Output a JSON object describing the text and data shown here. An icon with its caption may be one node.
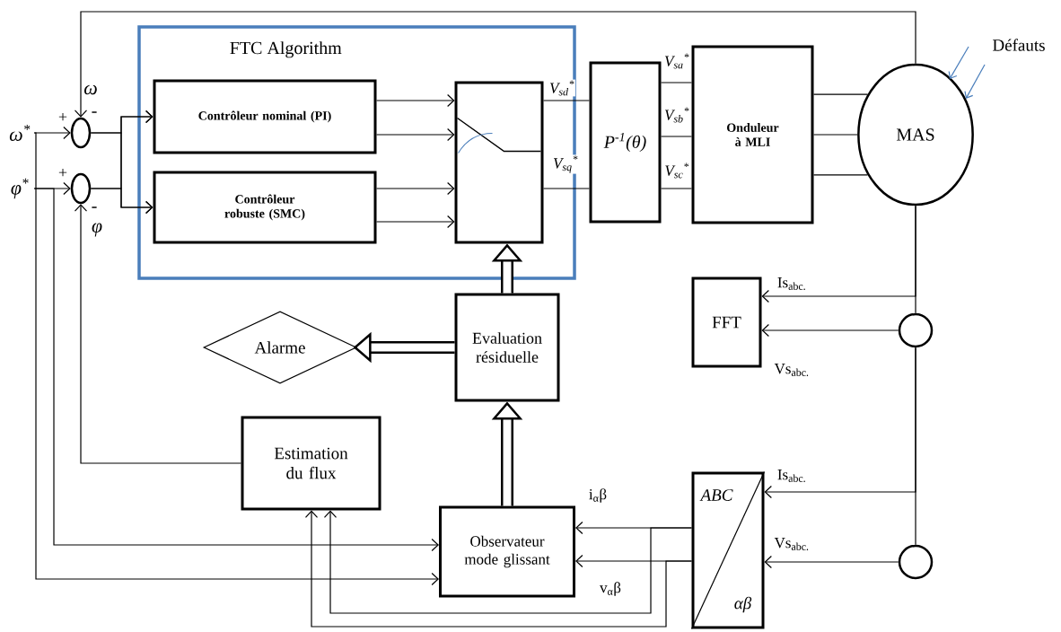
{
  "diagram": {
    "nodes": [
      {
        "text": [],
        "shape": "circle"
      },
      {
        "text": [],
        "shape": "circle"
      },
      {
        "text": [
          "FTC Algorithm"
        ]
      },
      {
        "text": [
          "Contrôleur nominal (PI)"
        ],
        "in": 2
      },
      {
        "text": [
          "Contrôleur robuste (SMC)"
        ],
        "in": 2
      },
      {
        "text": [],
        "shape": "box",
        "in": 2
      },
      {
        "text": [
          "P$^{-1}$(θ)"
        ]
      },
      {
        "text": [
          "Onduleur à MLI"
        ]
      },
      {
        "text": [
          "MAS"
        ]
      },
      {
        "text": [
          "Alarme"
        ]
      },
      {
        "text": [
          "Evaluation résiduelle"
        ]
      },
      {
        "text": [
          "FFT"
        ]
      },
      {
        "text": [
          "Estimation du flux"
        ]
      },
      {
        "text": [
          "Observateur mode glissant"
        ]
      },
      {
        "text": [
          "ABC",
          "αβ"
        ]
      },
      {
        "text": [],
        "shape": "circle"
      },
      {
        "text": [],
        "shape": "circle"
      },
      {
        "text": [
          "ω$^{*}$"
        ]
      },
      {
        "text": [
          "φ$^{*}$"
        ]
      }
    ],
    "edges": [
      {
        "from": 17,
        "to": 0,
        "arrow": "to"
      },
      {
        "from": 17,
        "to": 13,
        "arrow": "to"
      },
      {
        "from": 18,
        "to": 1,
        "arrow": "to"
      },
      {
        "from": 18,
        "to": 13,
        "arrow": "to"
      },
      {
        "from": 0,
        "to": 3,
        "arrow": "to"
      },
      {
        "from": 0,
        "to": 4,
        "arrow": "to"
      },
      {
        "from": 1,
        "to": 3,
        "arrow": "to"
      },
      {
        "from": 1,
        "to": 4,
        "arrow": "to"
      },
      {
        "from": 3,
        "to": 5,
        "arrow": "to"
      },
      {
        "from": 3,
        "to": 5,
        "arrow": "to"
      },
      {
        "from": 4,
        "to": 5,
        "arrow": "to"
      },
      {
        "from": 4,
        "to": 5,
        "arrow": "to"
      },
      {
        "from": 5,
        "to": 6,
        "arrow": "none",
        "label": "V$_{sd}$$^{*}$"
      },
      {
        "from": 5,
        "to": 6,
        "arrow": "none",
        "label": "V$_{sq}$$^{*}$"
      },
      {
        "from": 6,
        "to": 7,
        "arrow": "none",
        "label": "V$_{sa}$$^{*}$"
      },
      {
        "from": 6,
        "to": 7,
        "arrow": "none",
        "label": "V$_{sb}$$^{*}$"
      },
      {
        "from": 6,
        "to": 7,
        "arrow": "none",
        "label": "V$_{sc}$$^{*}$"
      },
      {
        "from": 7,
        "to": 8,
        "arrow": "none"
      },
      {
        "from": 7,
        "to": 8,
        "arrow": "none"
      },
      {
        "from": 7,
        "to": 8,
        "arrow": "none"
      },
      {
        "from": 8,
        "to": 0,
        "arrow": "to",
        "label": "ω"
      },
      {
        "from": 8,
        "to": 15,
        "arrow": "none"
      },
      {
        "from": 15,
        "to": 16,
        "arrow": "none"
      },
      {
        "from": 8,
        "to": 11,
        "arrow": "to",
        "label": "Is$_{abc.}$"
      },
      {
        "from": 15,
        "to": 11,
        "arrow": "to",
        "label": "Vs$_{abc.}$"
      },
      {
        "from": 15,
        "to": 14,
        "arrow": "to",
        "label": "Is$_{abc.}$"
      },
      {
        "from": 16,
        "to": 14,
        "arrow": "to",
        "label": "Vs$_{abc.}$"
      },
      {
        "from": 14,
        "to": 13,
        "arrow": "to",
        "label": "i$_{α}$β"
      },
      {
        "from": 14,
        "to": 13,
        "arrow": "to",
        "label": "v$_{α}$β"
      },
      {
        "from": 14,
        "to": 12,
        "arrow": "to"
      },
      {
        "from": 14,
        "to": 12,
        "arrow": "to"
      },
      {
        "from": 12,
        "to": 1,
        "arrow": "to",
        "label": "φ"
      },
      {
        "from": 13,
        "to": 10,
        "arrow": "to",
        "style": "thick"
      },
      {
        "from": 10,
        "to": 5,
        "arrow": "to",
        "style": "thick"
      },
      {
        "from": 10,
        "to": 9,
        "arrow": "to",
        "style": "thick"
      }
    ],
    "labels": [
      "+",
      "-",
      "+",
      "-",
      "Défauts"
    ]
  }
}
